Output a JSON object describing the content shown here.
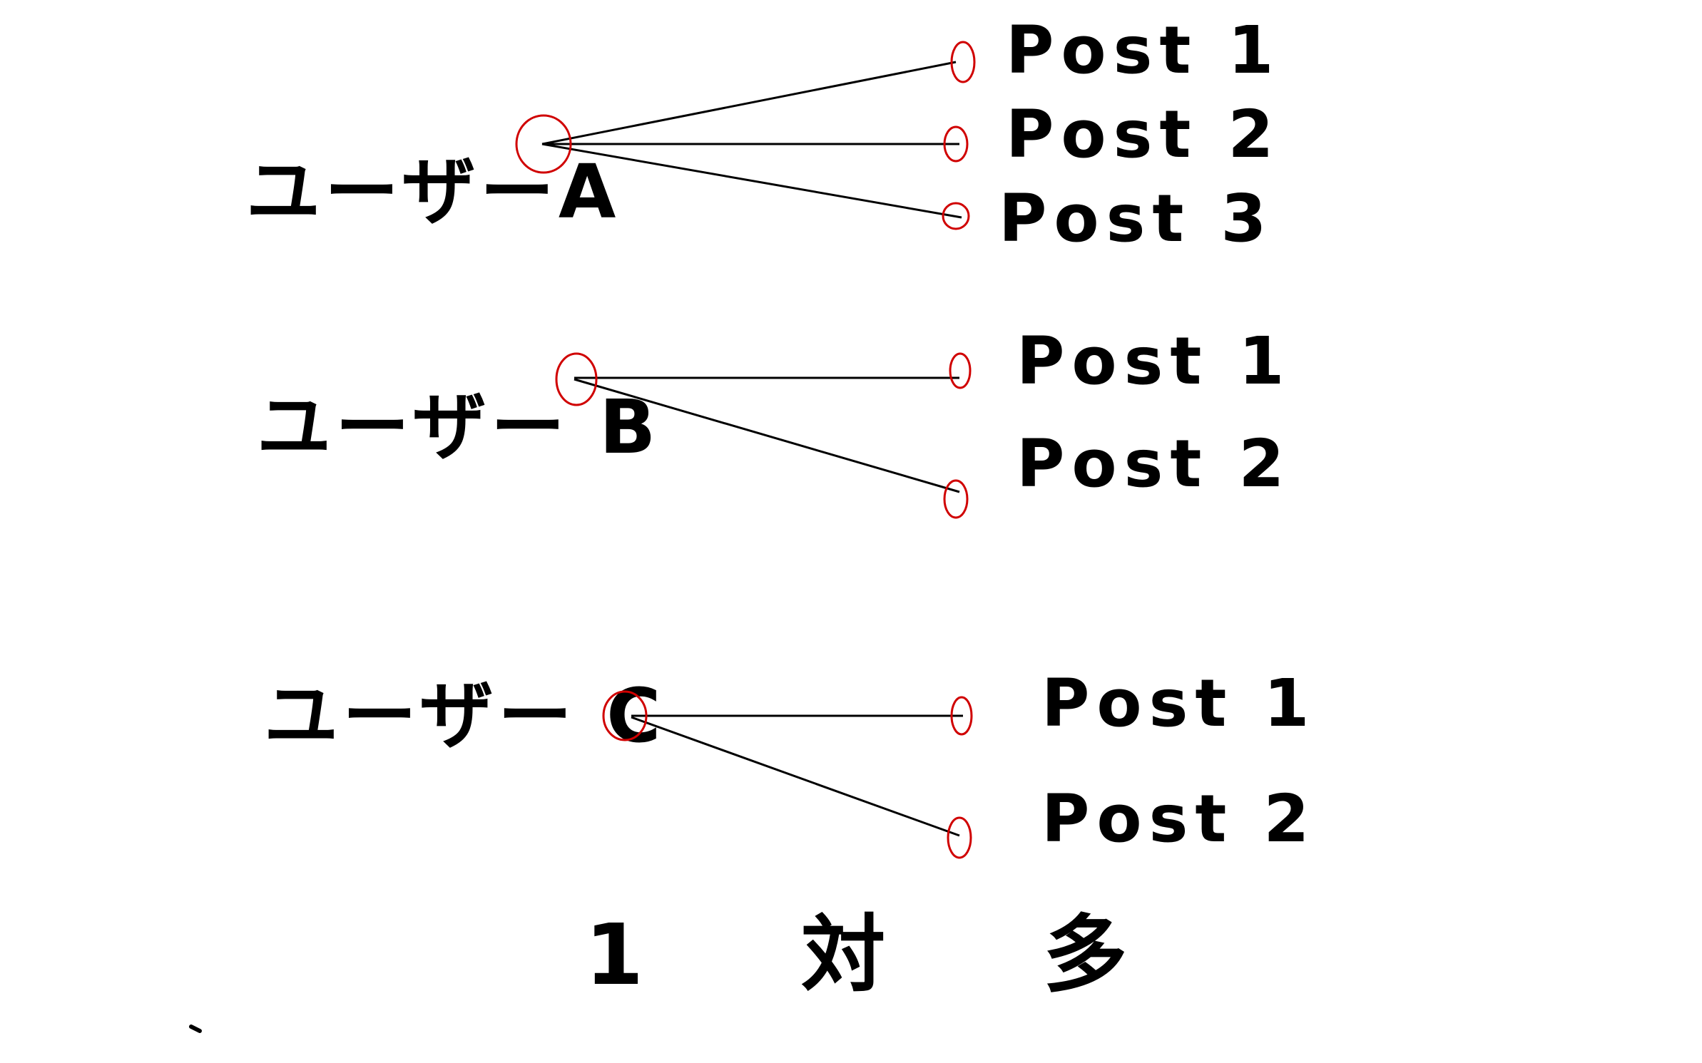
{
  "colors": {
    "ink": "#000000",
    "marker": "#d00000",
    "background": "#ffffff"
  },
  "groups": [
    {
      "user": "ユーザーA",
      "posts": [
        "Post 1",
        "Post 2",
        "Post 3"
      ]
    },
    {
      "user": "ユーザー B",
      "posts": [
        "Post 1",
        "Post 2"
      ]
    },
    {
      "user": "ユーザー C",
      "posts": [
        "Post 1",
        "Post 2"
      ]
    }
  ],
  "conclusion": "1 対 多"
}
